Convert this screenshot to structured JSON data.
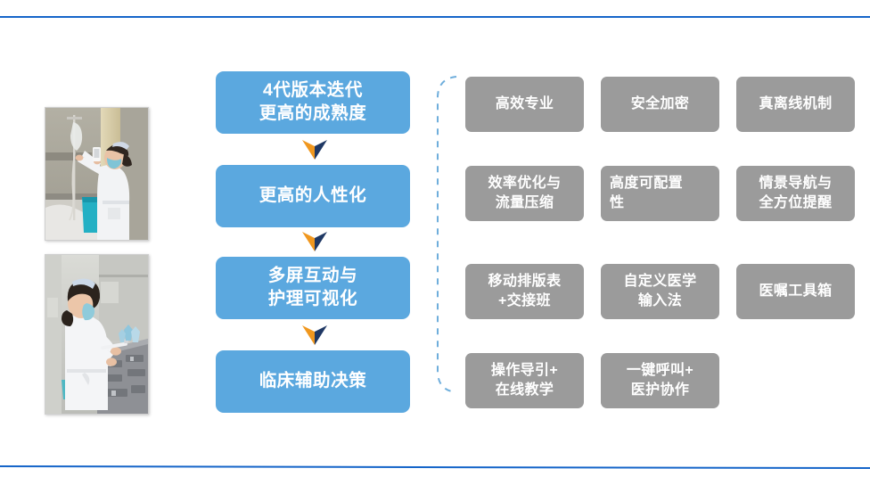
{
  "slide": {
    "background_color": "#FFFFFF",
    "rule_color": "#1565C9",
    "accent_blue": "#5BA8DF",
    "accent_gray": "#9B9B9B",
    "arrow_orange": "#F0971E",
    "arrow_navy": "#1F3864",
    "bracket_color": "#5BA8DF"
  },
  "photos": [
    {
      "alt": "nurse-scanning-iv-drip-bedside"
    },
    {
      "alt": "nurse-preparing-injection-medication-room"
    }
  ],
  "flow": {
    "steps": [
      {
        "label": "4代版本迭代\n更高的成熟度"
      },
      {
        "label": "更高的人性化"
      },
      {
        "label": "多屏互动与\n护理可视化"
      },
      {
        "label": "临床辅助决策"
      }
    ]
  },
  "features": {
    "rows": [
      [
        {
          "label": "高效专业",
          "align": "center"
        },
        {
          "label": "安全加密",
          "align": "center"
        },
        {
          "label": "真离线机制",
          "align": "center"
        }
      ],
      [
        {
          "label": "效率优化与\n流量压缩",
          "align": "center"
        },
        {
          "label": "高度可配置\n性",
          "align": "left"
        },
        {
          "label": "情景导航与\n全方位提醒",
          "align": "center"
        }
      ],
      [
        {
          "label": "移动排版表\n+交接班",
          "align": "center"
        },
        {
          "label": "自定义医学\n输入法",
          "align": "center"
        },
        {
          "label": "医嘱工具箱",
          "align": "center"
        }
      ],
      [
        {
          "label": "操作导引+\n在线教学",
          "align": "center"
        },
        {
          "label": "一键呼叫+\n医护协作",
          "align": "center"
        }
      ]
    ]
  }
}
